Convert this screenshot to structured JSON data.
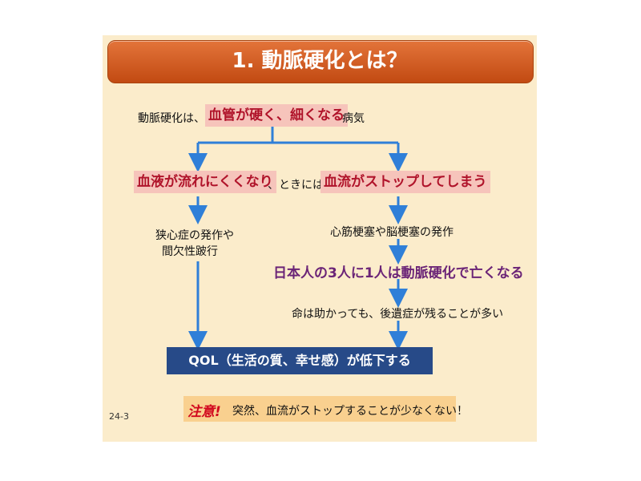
{
  "title": "1. 動脈硬化とは？",
  "intro": {
    "prefix": "動脈硬化は、",
    "highlight": "血管が硬く、細くなる",
    "suffix": "病気"
  },
  "branch": {
    "left_highlight": "血液が流れにくくなり",
    "connector": "、ときには",
    "right_highlight": "血流がストップしてしまう"
  },
  "left_result": {
    "line1": "狭心症の発作や",
    "line2": "間欠性跛行"
  },
  "right_chain": {
    "step1": "心筋梗塞や脳梗塞の発作",
    "step2": "日本人の3人に1人は動脈硬化で亡くなる",
    "step3": "命は助かっても、後遺症が残ることが多い"
  },
  "qol": "QOL（生活の質、幸せ感）が低下する",
  "warning": {
    "label": "注意!",
    "text": "突然、血流がストップすることが少なくない！"
  },
  "page_number": "24-3",
  "colors": {
    "title_bar": "#d2591f",
    "highlight_bg": "#f6c4bb",
    "highlight_text": "#b0132a",
    "arrow": "#2f7fd8",
    "qol_box": "#274a88",
    "warning_bg": "#f9d08f",
    "purple_text": "#6b2477"
  }
}
